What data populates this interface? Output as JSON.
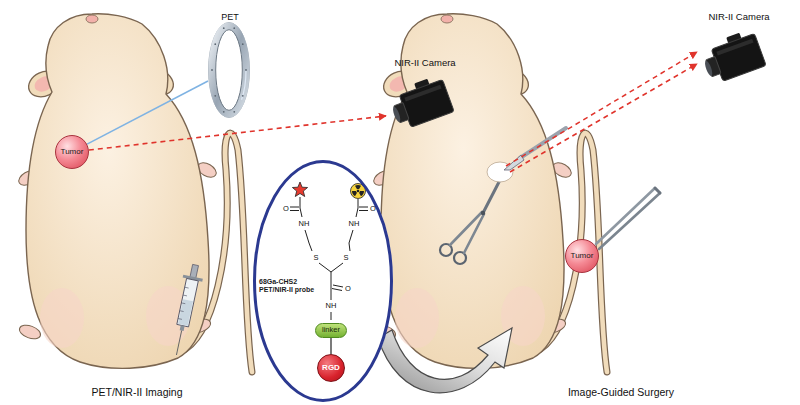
{
  "diagram": {
    "nodes": [
      {
        "text": [
          "PET"
        ]
      },
      {
        "text": [
          "NIR-II Camera"
        ]
      },
      {
        "text": [
          "Tumor"
        ]
      },
      {
        "text": [
          "68Ga-CHS2 PET/NIR-II probe"
        ]
      },
      {
        "text": [
          "linker"
        ],
        "in": 3
      },
      {
        "text": [
          "RGD"
        ],
        "in": 3
      },
      {
        "text": [
          "NIR-II Camera"
        ]
      },
      {
        "text": [
          "Tumor"
        ]
      }
    ],
    "edges": [
      {
        "from": 0,
        "to": 2,
        "arrow": "none"
      },
      {
        "from": 2,
        "to": 1,
        "arrow": "to"
      },
      {
        "from": 4,
        "to": 5,
        "arrow": "none"
      }
    ],
    "labels": [
      "NH",
      "O",
      "NH",
      "O",
      "S",
      "S",
      "O",
      "NH",
      "PET/NIR-II Imaging",
      "Image-Guided Surgery"
    ]
  }
}
